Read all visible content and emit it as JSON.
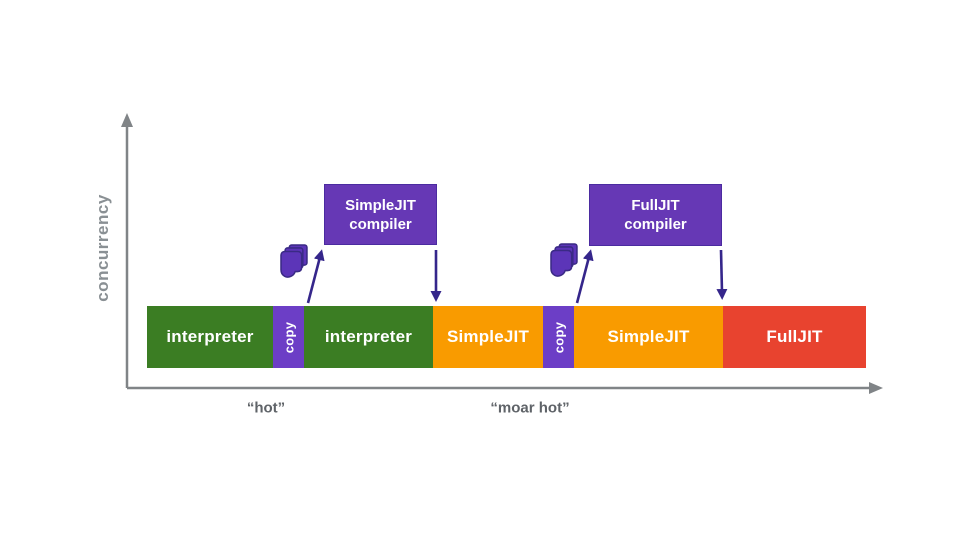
{
  "diagram": {
    "title_semantic": "JIT tiering timeline diagram",
    "background": "#ffffff"
  },
  "axes": {
    "y_label": "concurrency",
    "axis_color": "#808487",
    "x_labels": [
      {
        "text": "“hot”"
      },
      {
        "text": "“moar hot”"
      }
    ]
  },
  "timeline": {
    "text_color": "#ffffff",
    "segments": [
      {
        "label": "interpreter",
        "color": "#3b7d23",
        "orientation": "horizontal"
      },
      {
        "label": "copy",
        "color": "#6c3ec6",
        "orientation": "vertical"
      },
      {
        "label": "interpreter",
        "color": "#3b7d23",
        "orientation": "horizontal"
      },
      {
        "label": "SimpleJIT",
        "color": "#f99b00",
        "orientation": "horizontal"
      },
      {
        "label": "copy",
        "color": "#6c3ec6",
        "orientation": "vertical"
      },
      {
        "label": "SimpleJIT",
        "color": "#f99b00",
        "orientation": "horizontal"
      },
      {
        "label": "FullJIT",
        "color": "#e8432f",
        "orientation": "horizontal"
      }
    ]
  },
  "compilers": [
    {
      "line1": "SimpleJIT",
      "line2": "compiler",
      "color": "#6638b5"
    },
    {
      "line1": "FullJIT",
      "line2": "compiler",
      "color": "#6638b5"
    }
  ],
  "icons": {
    "copy_pages_icon": "stacked copied pages",
    "book_fill": "#5c35b8",
    "book_stroke": "#3a2a85",
    "arrow_color": "#35268b"
  }
}
